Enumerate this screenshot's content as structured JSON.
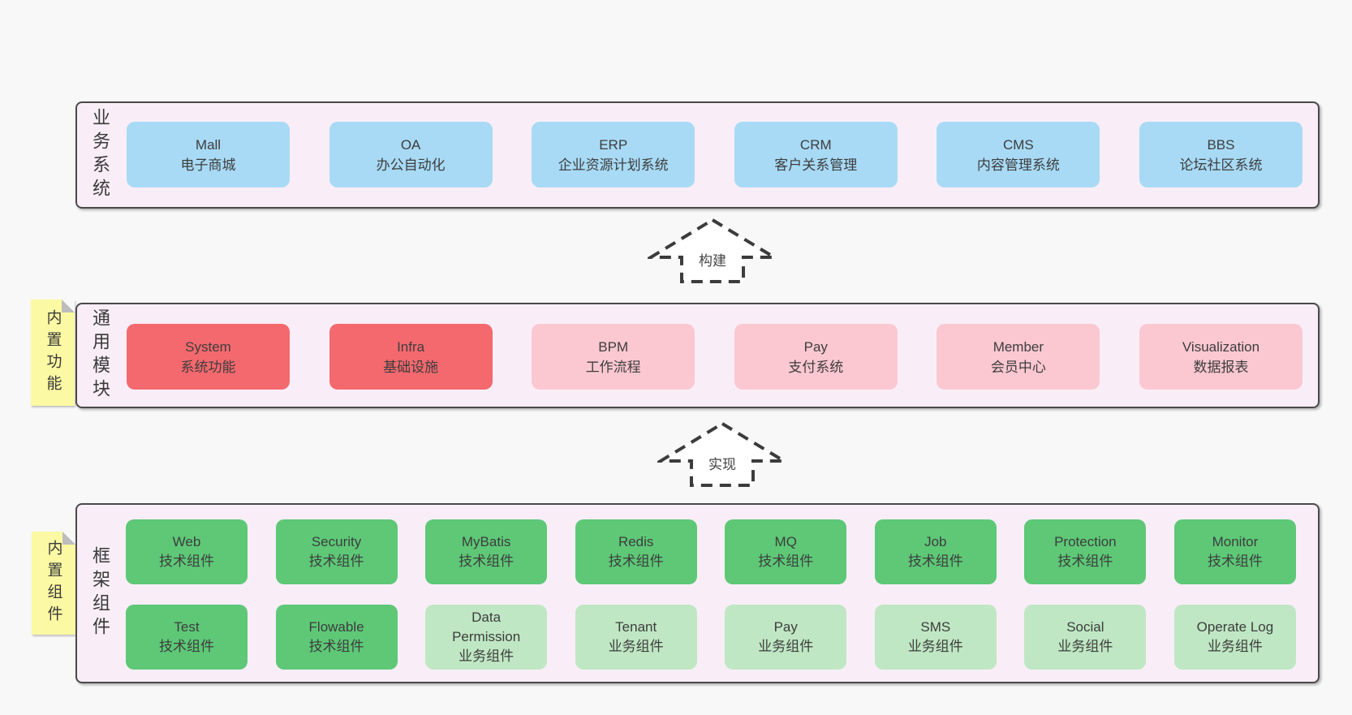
{
  "diagram": {
    "layers": {
      "business": {
        "label": "业务系统",
        "boxes": [
          {
            "name": "Mall",
            "subtitle": "电子商城"
          },
          {
            "name": "OA",
            "subtitle": "办公自动化"
          },
          {
            "name": "ERP",
            "subtitle": "企业资源计划系统"
          },
          {
            "name": "CRM",
            "subtitle": "客户关系管理"
          },
          {
            "name": "CMS",
            "subtitle": "内容管理系统"
          },
          {
            "name": "BBS",
            "subtitle": "论坛社区系统"
          }
        ]
      },
      "modules": {
        "label": "通用模块",
        "note": "内置功能",
        "boxes": [
          {
            "name": "System",
            "subtitle": "系统功能"
          },
          {
            "name": "Infra",
            "subtitle": "基础设施"
          },
          {
            "name": "BPM",
            "subtitle": "工作流程"
          },
          {
            "name": "Pay",
            "subtitle": "支付系统"
          },
          {
            "name": "Member",
            "subtitle": "会员中心"
          },
          {
            "name": "Visualization",
            "subtitle": "数据报表"
          }
        ]
      },
      "components": {
        "label": "框架组件",
        "note": "内置组件",
        "row1": [
          {
            "name": "Web",
            "subtitle": "技术组件"
          },
          {
            "name": "Security",
            "subtitle": "技术组件"
          },
          {
            "name": "MyBatis",
            "subtitle": "技术组件"
          },
          {
            "name": "Redis",
            "subtitle": "技术组件"
          },
          {
            "name": "MQ",
            "subtitle": "技术组件"
          },
          {
            "name": "Job",
            "subtitle": "技术组件"
          },
          {
            "name": "Protection",
            "subtitle": "技术组件"
          },
          {
            "name": "Monitor",
            "subtitle": "技术组件"
          }
        ],
        "row2": [
          {
            "name": "Test",
            "subtitle": "技术组件"
          },
          {
            "name": "Flowable",
            "subtitle": "技术组件"
          },
          {
            "name": "Data Permission",
            "subtitle": "业务组件"
          },
          {
            "name": "Tenant",
            "subtitle": "业务组件"
          },
          {
            "name": "Pay",
            "subtitle": "业务组件"
          },
          {
            "name": "SMS",
            "subtitle": "业务组件"
          },
          {
            "name": "Social",
            "subtitle": "业务组件"
          },
          {
            "name": "Operate Log",
            "subtitle": "业务组件"
          }
        ]
      }
    },
    "arrows": {
      "build": "构建",
      "implement": "实现"
    },
    "colors": {
      "page_bg": "#f8f8f8",
      "layer_bg": "#f9eef7",
      "layer_border": "#4a4a4a",
      "blue_box": "#a8daf5",
      "red_box": "#f4696e",
      "pink_box": "#fbc8d1",
      "green_box": "#5ec877",
      "light_green_box": "#bfe7c3",
      "sticky_note": "#fbf9a3",
      "text": "#3d3d3d"
    }
  }
}
